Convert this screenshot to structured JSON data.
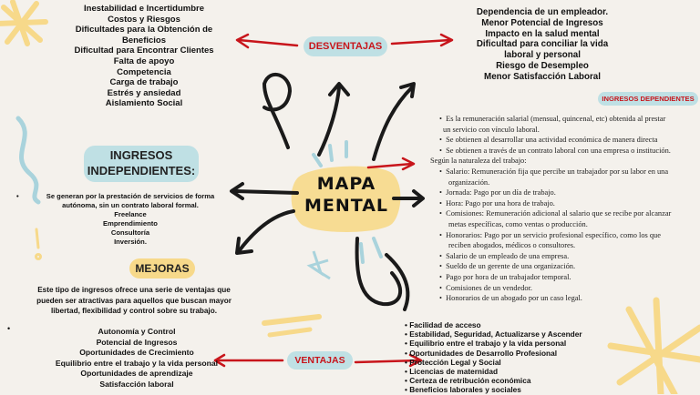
{
  "center": {
    "line1": "MAPA",
    "line2": "MENTAL"
  },
  "desventajas": {
    "label": "DESVENTAJAS",
    "left_items": [
      "Inestabilidad e Incertidumbre",
      "Costos y Riesgos",
      "Dificultades para la Obtención de",
      "Beneficios",
      "Dificultad para Encontrar Clientes",
      "Falta de apoyo",
      "Competencia",
      "Carga de trabajo",
      "Estrés y ansiedad",
      "Aislamiento Social"
    ],
    "right_items": [
      "Dependencia de un empleador.",
      "Menor Potencial de Ingresos",
      "Impacto en la salud mental",
      "Dificultad para conciliar la vida",
      "laboral y personal",
      "Riesgo de Desempleo",
      "Menor Satisfacción Laboral"
    ]
  },
  "independientes": {
    "label_line1": "INGRESOS",
    "label_line2": "INDEPENDIENTES:",
    "definition_line1": "Se generan por la prestación de servicios de forma",
    "definition_line2": "autónoma, sin un contrato laboral formal.",
    "types": [
      "Freelance",
      "Emprendimiento",
      "Consultoría",
      "Inversión."
    ]
  },
  "mejoras": {
    "label": "MEJORAS",
    "text_line1": "Este tipo de ingresos ofrece una serie de ventajas que",
    "text_line2": "pueden ser atractivas para aquellos que buscan mayor",
    "text_line3": "libertad, flexibilidad y control sobre su trabajo."
  },
  "ventajas": {
    "label": "VENTAJAS",
    "left_items": [
      "Autonomía y Control",
      "Potencial de Ingresos",
      "Oportunidades de Crecimiento",
      "Equilibrio entre el trabajo y la vida personal",
      "Oportunidades de aprendizaje",
      "Satisfacción laboral"
    ],
    "right_items": [
      "Facilidad de acceso",
      "Estabilidad, Seguridad, Actualizarse y Ascender",
      " Equilibrio entre el trabajo y la vida personal",
      "Oportunidades de Desarrollo Profesional",
      " Protección Legal y Social",
      "Licencias de maternidad",
      "Certeza de retribución económica",
      "Beneficios laborales y sociales"
    ]
  },
  "dependientes": {
    "label": "INGRESOS DEPENDIENTES",
    "def1_line1": "Es la remuneración salarial (mensual, quincenal, etc) obtenida al prestar",
    "def1_line2": "un servicio  con vínculo laboral.",
    "def2": "Se obtienen al desarrollar una actividad económica de manera directa",
    "def3": "Se obtienen a través de un contrato laboral con una empresa o institución.",
    "nature_intro": "Según la naturaleza del trabajo:",
    "nature_items": [
      "Salario: Remuneración fija que percibe un trabajador por su labor en una",
      "organización.",
      "Jornada: Pago por un día de trabajo.",
      "Hora: Pago por una hora de trabajo.",
      "Comisiones: Remuneración adicional al salario que se recibe por alcanzar",
      "metas específicas, como ventas o producción.",
      "Honorarios: Pago por un servicio profesional específico, como los que",
      "reciben abogados, médicos o consultores.",
      "Salario de un empleado de una empresa.",
      "Sueldo de un gerente de una organización.",
      "Pago por hora de un trabajador temporal.",
      "Comisiones de un vendedor.",
      "Honorarios de un abogado por un caso legal."
    ]
  },
  "colors": {
    "pill": "#bfe0e4",
    "accent_red": "#c8151b",
    "highlight": "#f7d98a",
    "background": "#f4f1ec"
  }
}
